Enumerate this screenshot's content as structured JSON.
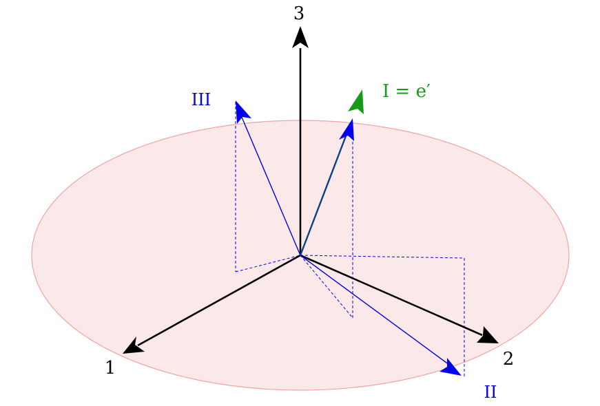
{
  "labels": {
    "axis1": "1",
    "axis2": "2",
    "axis3": "3",
    "vec_I": "I = e′",
    "vec_II": "II",
    "vec_III": "III"
  },
  "colors": {
    "plane_fill": "#fbe9e9",
    "plane_stroke": "#f2a3a3",
    "axis": "#000000",
    "principal": "#0000ee",
    "e_prime": "#159b15",
    "vector_I": "#0a3f8a"
  },
  "icons": {
    "arrowhead": "filled-triangle-arrowhead"
  }
}
